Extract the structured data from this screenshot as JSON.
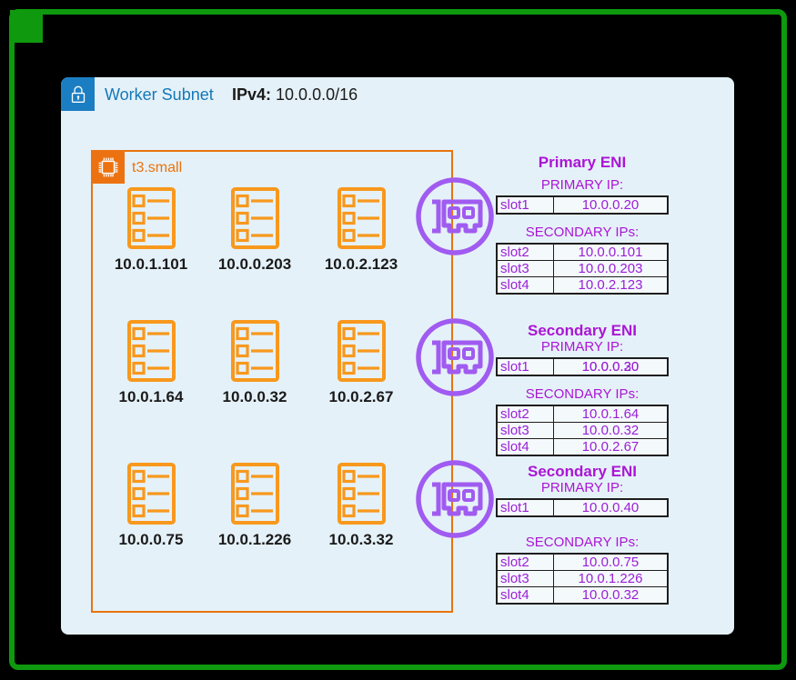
{
  "colors": {
    "frame_green": "#0E990E",
    "background_black": "#000000",
    "panel_blue_bg": "#E5F1F8",
    "subnet_blue": "#1478B8",
    "lock_badge_blue": "#1B7EC3",
    "instance_orange": "#E8730E",
    "pod_orange": "#F8981D",
    "eni_circle_purple": "#A05BF0",
    "eni_text_purple": "#AA16D5",
    "table_border": "#1E1E1E"
  },
  "subnet": {
    "title": "Worker Subnet",
    "ipv4_label": "IPv4:",
    "ipv4_value": "10.0.0.0/16"
  },
  "instance": {
    "type_label": "t3.small",
    "pods": [
      {
        "ip": "10.0.1.101"
      },
      {
        "ip": "10.0.0.203"
      },
      {
        "ip": "10.0.2.123"
      },
      {
        "ip": "10.0.1.64"
      },
      {
        "ip": "10.0.0.32"
      },
      {
        "ip": "10.0.2.67"
      },
      {
        "ip": "10.0.0.75"
      },
      {
        "ip": "10.0.1.226"
      },
      {
        "ip": "10.0.3.32"
      }
    ]
  },
  "enis": [
    {
      "title": "Primary ENI",
      "primary_ip_label": "PRIMARY IP:",
      "secondary_ips_label": "SECONDARY IPs:",
      "primary_rows": [
        {
          "slot": "slot1",
          "ip": "10.0.0.20"
        }
      ],
      "secondary_rows": [
        {
          "slot": "slot2",
          "ip": "10.0.0.101"
        },
        {
          "slot": "slot3",
          "ip": "10.0.0.203"
        },
        {
          "slot": "slot4",
          "ip": "10.0.2.123"
        }
      ]
    },
    {
      "title": "Secondary ENI",
      "primary_ip_label": "PRIMARY IP:",
      "secondary_ips_label": "SECONDARY IPs:",
      "primary_rows": [
        {
          "slot": "slot1",
          "ip": "10.0.0.30",
          "ip_overlap": "10.0.0.20"
        }
      ],
      "secondary_rows": [
        {
          "slot": "slot2",
          "ip": "10.0.1.64"
        },
        {
          "slot": "slot3",
          "ip": "10.0.0.32"
        },
        {
          "slot": "slot4",
          "ip": "10.0.2.67"
        }
      ]
    },
    {
      "title": "Secondary ENI",
      "primary_ip_label": "PRIMARY IP:",
      "secondary_ips_label": "SECONDARY IPs:",
      "primary_rows": [
        {
          "slot": "slot1",
          "ip": "10.0.0.40"
        }
      ],
      "secondary_rows": [
        {
          "slot": "slot2",
          "ip": "10.0.0.75"
        },
        {
          "slot": "slot3",
          "ip": "10.0.1.226"
        },
        {
          "slot": "slot4",
          "ip": "10.0.0.32"
        }
      ]
    }
  ]
}
